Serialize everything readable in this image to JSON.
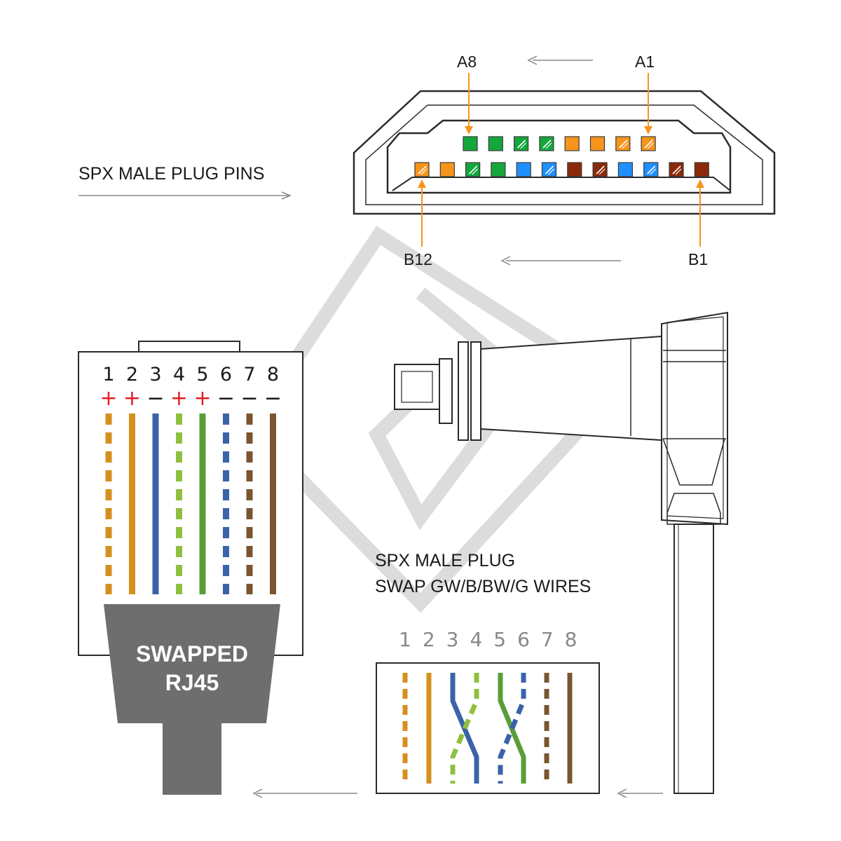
{
  "colors": {
    "orange": "#f7941d",
    "green": "#14a73c",
    "blue": "#1e90ff",
    "brown": "#8b2a0a",
    "wire_orange": "#d4901e",
    "wire_blue": "#3a63a8",
    "wire_green": "#5a9e3a",
    "wire_light_green": "#8fbf3f",
    "wire_brown": "#7a5530",
    "sign_red": "#e01f26",
    "plug_grey": "#6e6e6e",
    "arrow_grey": "#888888",
    "watermark_grey": "#dddddd",
    "callout_orange": "#f7941d"
  },
  "pins_section": {
    "title": "SPX MALE PLUG PINS",
    "top_row_label_left": "A8",
    "top_row_label_right": "A1",
    "bottom_row_label_left": "B12",
    "bottom_row_label_right": "B1",
    "top_row": [
      {
        "color": "green",
        "striped": false
      },
      {
        "color": "green",
        "striped": false
      },
      {
        "color": "green",
        "striped": true
      },
      {
        "color": "green",
        "striped": true
      },
      {
        "color": "orange",
        "striped": false
      },
      {
        "color": "orange",
        "striped": false
      },
      {
        "color": "orange",
        "striped": true
      },
      {
        "color": "orange",
        "striped": true
      }
    ],
    "bottom_row": [
      {
        "color": "orange",
        "striped": true
      },
      {
        "color": "orange",
        "striped": false
      },
      {
        "color": "green",
        "striped": true
      },
      {
        "color": "green",
        "striped": false
      },
      {
        "color": "blue",
        "striped": false
      },
      {
        "color": "blue",
        "striped": true
      },
      {
        "color": "brown",
        "striped": false
      },
      {
        "color": "brown",
        "striped": true
      },
      {
        "color": "blue",
        "striped": false
      },
      {
        "color": "blue",
        "striped": true
      },
      {
        "color": "brown",
        "striped": true
      },
      {
        "color": "brown",
        "striped": false
      }
    ]
  },
  "rj45": {
    "title_line1": "SWAPPED",
    "title_line2": "RJ45",
    "pins": [
      {
        "number": "1",
        "sign": "+",
        "color": "wire_orange",
        "dashed": true
      },
      {
        "number": "2",
        "sign": "+",
        "color": "wire_orange",
        "dashed": false
      },
      {
        "number": "3",
        "sign": "−",
        "color": "wire_blue",
        "dashed": false
      },
      {
        "number": "4",
        "sign": "+",
        "color": "wire_light_green",
        "dashed": true
      },
      {
        "number": "5",
        "sign": "+",
        "color": "wire_green",
        "dashed": false
      },
      {
        "number": "6",
        "sign": "−",
        "color": "wire_blue",
        "dashed": true
      },
      {
        "number": "7",
        "sign": "−",
        "color": "wire_brown",
        "dashed": true
      },
      {
        "number": "8",
        "sign": "−",
        "color": "wire_brown",
        "dashed": false
      }
    ]
  },
  "swap_section": {
    "title_line1": "SPX MALE PLUG",
    "title_line2": "SWAP GW/B/BW/G WIRES",
    "numbers": [
      "1",
      "2",
      "3",
      "4",
      "5",
      "6",
      "7",
      "8"
    ]
  }
}
